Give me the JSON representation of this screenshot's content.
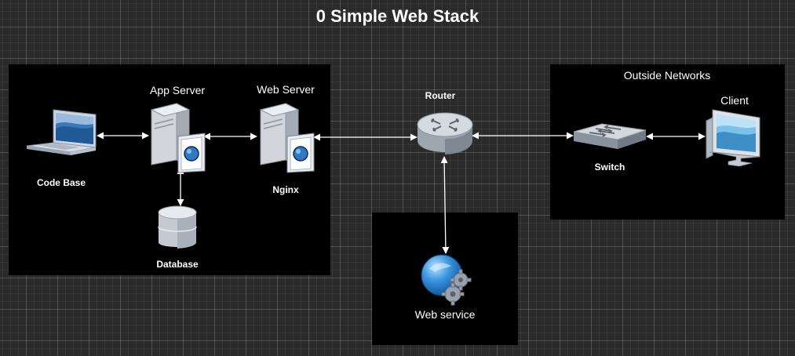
{
  "diagram": {
    "title": "0 Simple Web Stack",
    "groups": {
      "local": {},
      "outside": {
        "label": "Outside Networks"
      },
      "web_service": {}
    },
    "nodes": {
      "code_base": {
        "label": "Code Base",
        "icon": "laptop-icon"
      },
      "app_server": {
        "label": "App Server",
        "icon": "server-icon"
      },
      "web_server": {
        "label": "Web Server",
        "sublabel": "Nginx",
        "icon": "server-icon"
      },
      "database": {
        "label": "Database",
        "icon": "database-icon"
      },
      "router": {
        "label": "Router",
        "icon": "router-icon"
      },
      "web_service": {
        "label": "Web service",
        "icon": "globe-gears-icon"
      },
      "switch": {
        "label": "Switch",
        "icon": "switch-icon"
      },
      "client": {
        "label": "Client",
        "icon": "monitor-icon"
      }
    },
    "connections": [
      {
        "from": "Code Base",
        "to": "App Server",
        "direction": "both"
      },
      {
        "from": "App Server",
        "to": "Web Server",
        "direction": "both"
      },
      {
        "from": "App Server",
        "to": "Database",
        "direction": "both"
      },
      {
        "from": "Web Server",
        "to": "Router",
        "direction": "both"
      },
      {
        "from": "Router",
        "to": "Switch",
        "direction": "both"
      },
      {
        "from": "Router",
        "to": "Web service",
        "direction": "both"
      },
      {
        "from": "Switch",
        "to": "Client",
        "direction": "both"
      }
    ],
    "colors": {
      "background": "#2a2a2a",
      "container": "#000000",
      "text": "#ffffff",
      "connector": "#ffffff"
    }
  }
}
